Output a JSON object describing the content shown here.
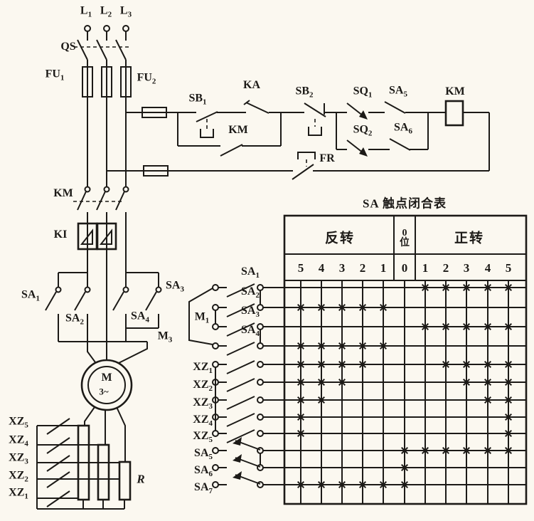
{
  "labels": {
    "l1": {
      "base": "L",
      "sub": "1"
    },
    "l2": {
      "base": "L",
      "sub": "2"
    },
    "l3": {
      "base": "L",
      "sub": "3"
    },
    "qs": "QS",
    "fu1": {
      "base": "FU",
      "sub": "1"
    },
    "fu2": {
      "base": "FU",
      "sub": "2"
    },
    "sb1": {
      "base": "SB",
      "sub": "1"
    },
    "ka": "KA",
    "sb2": {
      "base": "SB",
      "sub": "2"
    },
    "sq1": {
      "base": "SQ",
      "sub": "1"
    },
    "sq2": {
      "base": "SQ",
      "sub": "2"
    },
    "sa5": {
      "base": "SA",
      "sub": "5"
    },
    "sa6": {
      "base": "SA",
      "sub": "6"
    },
    "km": "KM",
    "fr": "FR",
    "ki": "KI",
    "sa1": {
      "base": "SA",
      "sub": "1"
    },
    "sa2": {
      "base": "SA",
      "sub": "2"
    },
    "sa3": {
      "base": "SA",
      "sub": "3"
    },
    "sa4": {
      "base": "SA",
      "sub": "4"
    },
    "m": "M",
    "m_phase": "3~",
    "m1": {
      "base": "M",
      "sub": "1"
    },
    "m3": {
      "base": "M",
      "sub": "3"
    },
    "xz1": {
      "base": "XZ",
      "sub": "1"
    },
    "xz2": {
      "base": "XZ",
      "sub": "2"
    },
    "xz3": {
      "base": "XZ",
      "sub": "3"
    },
    "xz4": {
      "base": "XZ",
      "sub": "4"
    },
    "xz5": {
      "base": "XZ",
      "sub": "5"
    },
    "r": "R"
  },
  "chart_data": {
    "type": "table",
    "title": "SA 触点闭合表",
    "header": {
      "reverse": "反转",
      "zero_top": "0",
      "zero_bottom": "位",
      "forward": "正转"
    },
    "columns": [
      "5",
      "4",
      "3",
      "2",
      "1",
      "0",
      "1",
      "2",
      "3",
      "4",
      "5"
    ],
    "column_groups": {
      "reverse": [
        0,
        1,
        2,
        3,
        4
      ],
      "zero": [
        5
      ],
      "forward": [
        6,
        7,
        8,
        9,
        10
      ]
    },
    "mark_symbol": "asterisk-star",
    "rows": [
      {
        "label": {
          "base": "SA",
          "sub": "1"
        },
        "marks": [
          6,
          7,
          8,
          9,
          10
        ]
      },
      {
        "label": {
          "base": "SA",
          "sub": "2"
        },
        "marks": [
          0,
          1,
          2,
          3,
          4
        ]
      },
      {
        "label": {
          "base": "SA",
          "sub": "3"
        },
        "marks": [
          6,
          7,
          8,
          9,
          10
        ]
      },
      {
        "label": {
          "base": "SA",
          "sub": "4"
        },
        "marks": [
          0,
          1,
          2,
          3,
          4
        ]
      },
      {
        "label": {
          "base": "XZ",
          "sub": "1"
        },
        "marks": [
          0,
          1,
          2,
          3,
          7,
          8,
          9,
          10
        ]
      },
      {
        "label": {
          "base": "XZ",
          "sub": "2"
        },
        "marks": [
          0,
          1,
          2,
          8,
          9,
          10
        ]
      },
      {
        "label": {
          "base": "XZ",
          "sub": "3"
        },
        "marks": [
          0,
          1,
          9,
          10
        ]
      },
      {
        "label": {
          "base": "XZ",
          "sub": "4"
        },
        "marks": [
          0,
          10
        ]
      },
      {
        "label": {
          "base": "XZ",
          "sub": "5"
        },
        "marks": [
          0,
          10
        ]
      },
      {
        "label": {
          "base": "SA",
          "sub": "5"
        },
        "marks": [
          5,
          6,
          7,
          8,
          9,
          10
        ]
      },
      {
        "label": {
          "base": "SA",
          "sub": "6"
        },
        "marks": [
          5
        ]
      },
      {
        "label": {
          "base": "SA",
          "sub": "7"
        },
        "marks": [
          0,
          1,
          2,
          3,
          4,
          5
        ]
      }
    ]
  }
}
